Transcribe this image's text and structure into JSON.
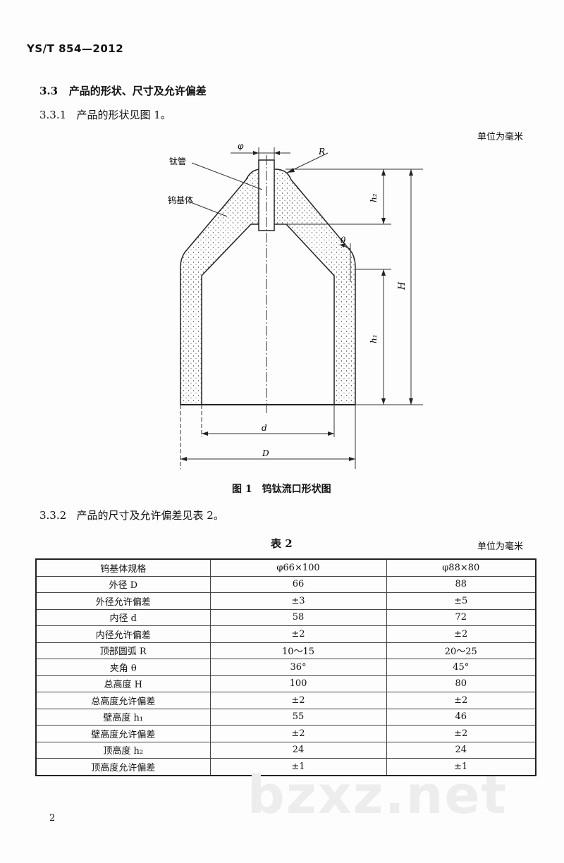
{
  "header": {
    "standard_no": "YS/T 854—2012"
  },
  "section_3_3": {
    "number": "3.3",
    "title": "产品的形状、尺寸及允许偏差"
  },
  "section_3_3_1": {
    "number": "3.3.1",
    "text": "产品的形状见图 1。"
  },
  "unit_note_1": "单位为毫米",
  "figure": {
    "labels": {
      "titanium_tube": "钛管",
      "tungsten_base": "钨基体",
      "phi": "φ",
      "R": "R",
      "theta": "θ",
      "h2": "h₂",
      "h1": "h₁",
      "H": "H",
      "d": "d",
      "D": "D"
    },
    "caption": "图 1　钨钛流口形状图"
  },
  "section_3_3_2": {
    "number": "3.3.2",
    "text": "产品的尺寸及允许偏差见表 2。"
  },
  "table": {
    "title": "表 2",
    "unit_note": "单位为毫米",
    "header": [
      "钨基体规格",
      "φ66×100",
      "φ88×80"
    ],
    "rows": [
      [
        "外径 D",
        "66",
        "88"
      ],
      [
        "外径允许偏差",
        "±3",
        "±5"
      ],
      [
        "内径 d",
        "58",
        "72"
      ],
      [
        "内径允许偏差",
        "±2",
        "±2"
      ],
      [
        "顶部圆弧 R",
        "10～15",
        "20～25"
      ],
      [
        "夹角 θ",
        "36°",
        "45°"
      ],
      [
        "总高度 H",
        "100",
        "80"
      ],
      [
        "总高度允许偏差",
        "±2",
        "±2"
      ],
      [
        "壁高度 h₁",
        "55",
        "46"
      ],
      [
        "壁高度允许偏差",
        "±2",
        "±2"
      ],
      [
        "顶高度 h₂",
        "24",
        "24"
      ],
      [
        "顶高度允许偏差",
        "±1",
        "±1"
      ]
    ]
  },
  "page_number": "2",
  "watermark": "bzxz.net"
}
